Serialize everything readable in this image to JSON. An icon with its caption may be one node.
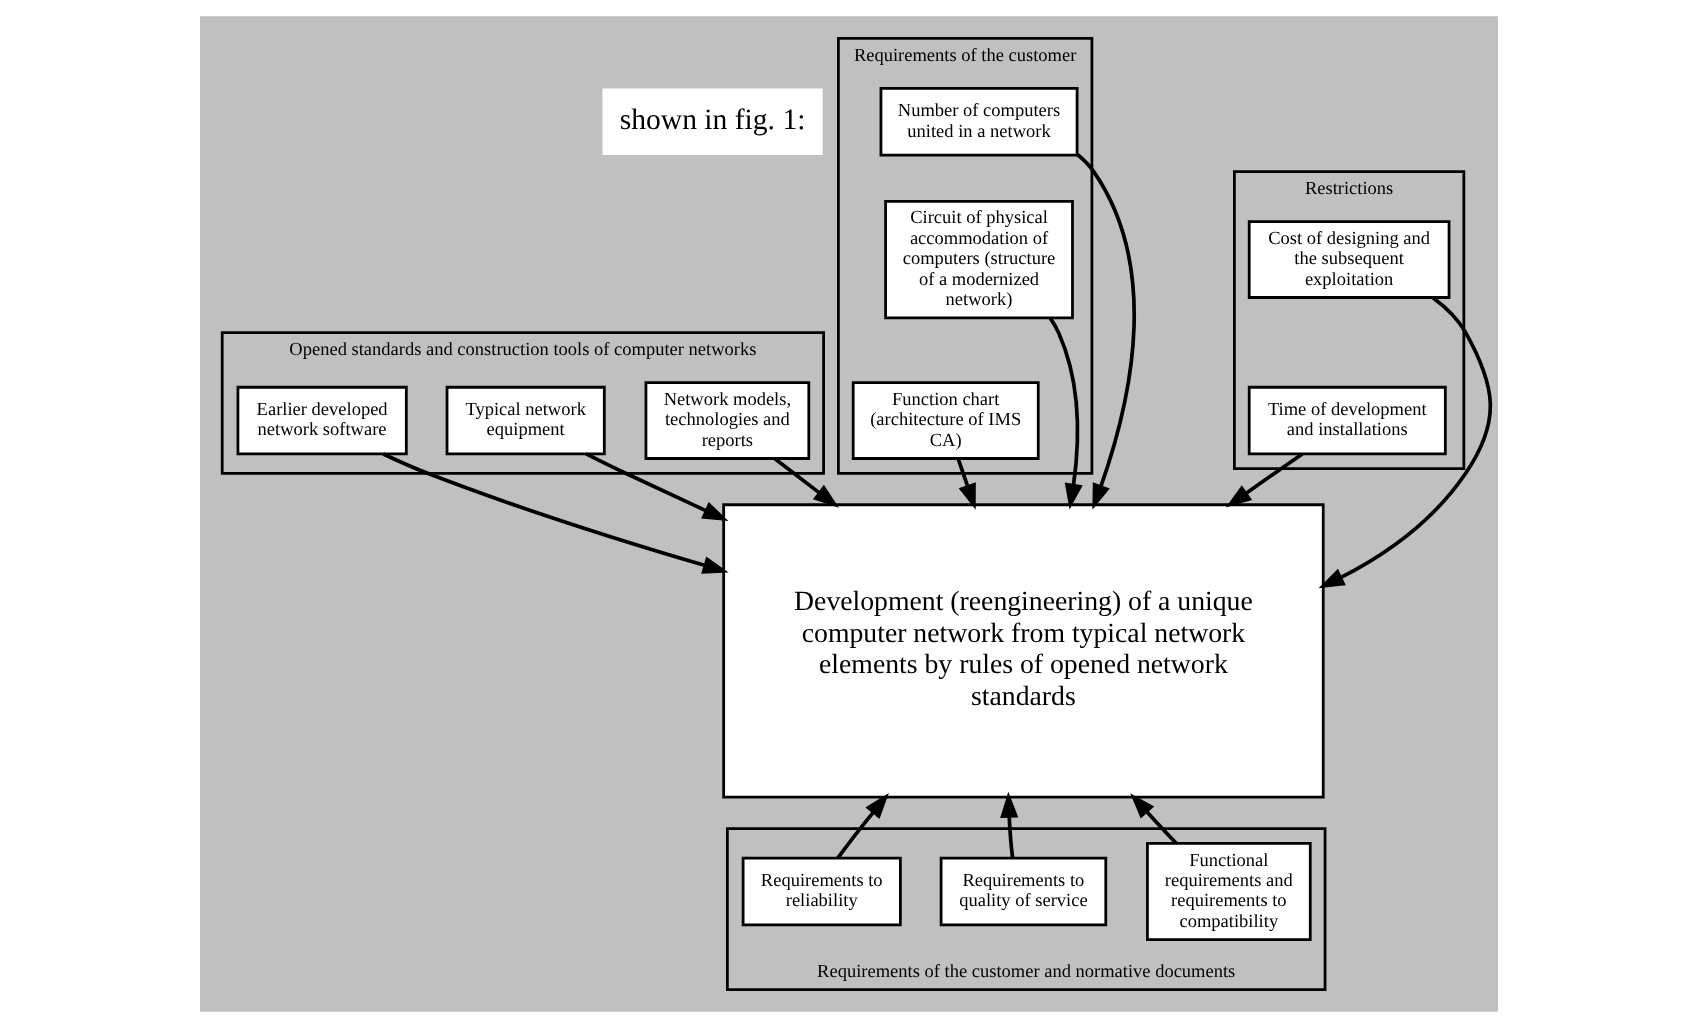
{
  "diagram": {
    "nodes": [
      {
        "text": [
          "Opened standards and construction tools of computer networks"
        ]
      },
      {
        "text": [
          "Network models, technologies and reports"
        ],
        "in": 0
      },
      {
        "text": [
          "Typical network equipment"
        ],
        "in": 0
      },
      {
        "text": [
          "Earlier developed network software"
        ],
        "in": 0
      },
      {
        "text": [
          "Requirements of the customer"
        ]
      },
      {
        "text": [
          "Number of computers united in a network"
        ],
        "in": 4
      },
      {
        "text": [
          "Circuit of physical accommodation of computers (structure of a modernized network)"
        ],
        "in": 4
      },
      {
        "text": [
          "Function chart (architecture of IMS CA)"
        ],
        "in": 4
      },
      {
        "text": [
          "Development (reengineering) of a unique computer network from typical network elements by rules of opened network standards"
        ]
      },
      {
        "text": [
          "Restrictions"
        ]
      },
      {
        "text": [
          "Cost of designing and the subsequent exploitation"
        ],
        "in": 9
      },
      {
        "text": [
          "Time of development and installations"
        ],
        "in": 9
      },
      {
        "text": [
          "Requirements of the customer and normative documents"
        ]
      },
      {
        "text": [
          "Functional requirements and requirements to compatibility"
        ],
        "in": 12
      },
      {
        "text": [
          "Requirements to quality of service"
        ],
        "in": 12
      },
      {
        "text": [
          "Requirements to reliability"
        ],
        "in": 12
      }
    ],
    "edges": [
      {
        "from": 1,
        "to": 8,
        "arrow": "to"
      },
      {
        "from": 2,
        "to": 8,
        "arrow": "to"
      },
      {
        "from": 3,
        "to": 8,
        "arrow": "to"
      },
      {
        "from": 5,
        "to": 8,
        "arrow": "to"
      },
      {
        "from": 6,
        "to": 8,
        "arrow": "to"
      },
      {
        "from": 7,
        "to": 8,
        "arrow": "to"
      },
      {
        "from": 10,
        "to": 8,
        "arrow": "to"
      },
      {
        "from": 11,
        "to": 8,
        "arrow": "to"
      },
      {
        "from": 13,
        "to": 8,
        "arrow": "to"
      },
      {
        "from": 14,
        "to": 8,
        "arrow": "to"
      },
      {
        "from": 15,
        "to": 8,
        "arrow": "to"
      }
    ],
    "labels": [
      "shown in fig. 1:"
    ]
  }
}
